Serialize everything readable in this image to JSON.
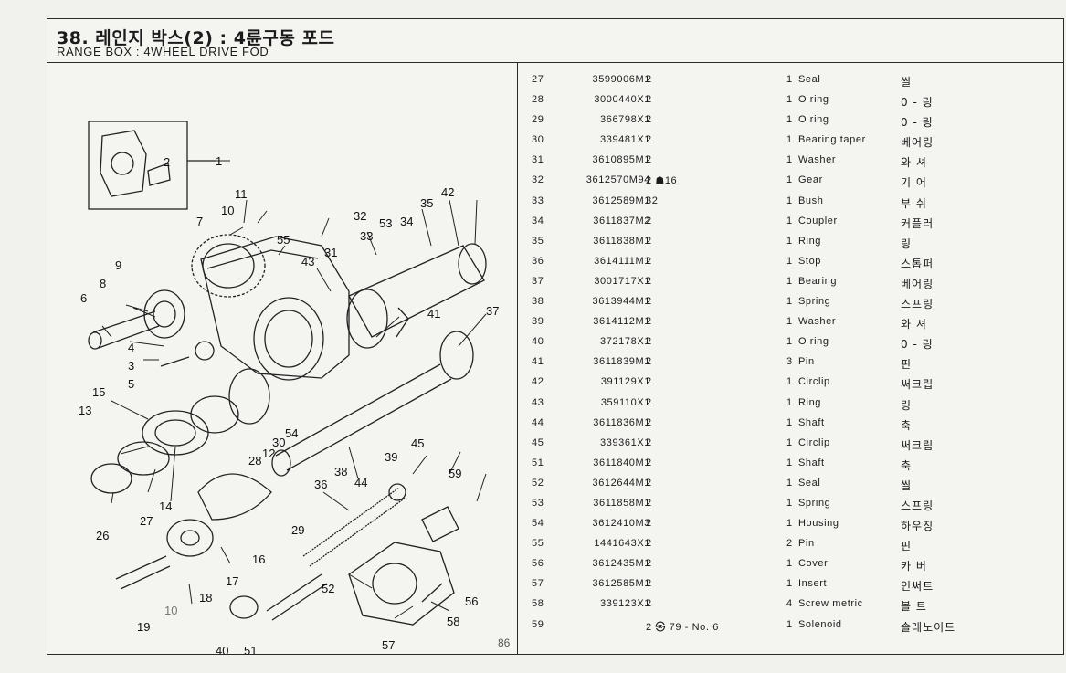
{
  "header": {
    "title_ko": "38. 레인지 박스(2) : 4륜구동 포드",
    "title_en": "RANGE BOX : 4WHEEL DRIVE FOD"
  },
  "diagram": {
    "callouts": [
      "1",
      "2",
      "3",
      "4",
      "5",
      "6",
      "7",
      "8",
      "9",
      "10",
      "11",
      "12",
      "13",
      "14",
      "15",
      "16",
      "17",
      "18",
      "19",
      "26",
      "27",
      "28",
      "29",
      "30",
      "31",
      "32",
      "33",
      "34",
      "35",
      "36",
      "37",
      "38",
      "39",
      "40",
      "41",
      "42",
      "43",
      "44",
      "45",
      "51",
      "52",
      "53",
      "54",
      "55",
      "56",
      "57",
      "58",
      "59",
      "10"
    ]
  },
  "page_number": "86",
  "parts": [
    {
      "ref": "27",
      "part_no": "3599006M1",
      "qty": "2",
      "qty_note": "1",
      "desc": "Seal",
      "ko": "씰"
    },
    {
      "ref": "28",
      "part_no": "3000440X1",
      "qty": "2",
      "qty_note": "1",
      "desc": "O ring",
      "ko": "0 - 링"
    },
    {
      "ref": "29",
      "part_no": "366798X1",
      "qty": "2",
      "qty_note": "1",
      "desc": "O ring",
      "ko": "0 - 링"
    },
    {
      "ref": "30",
      "part_no": "339481X1",
      "qty": "2",
      "qty_note": "1",
      "desc": "Bearing taper",
      "ko": "베어링"
    },
    {
      "ref": "31",
      "part_no": "3610895M1",
      "qty": "2",
      "qty_note": "1",
      "desc": "Washer",
      "ko": "와  셔"
    },
    {
      "ref": "32",
      "part_no": "3612570M94",
      "qty": "2 ☗16",
      "qty_note": "1",
      "desc": "Gear",
      "ko": "기  어"
    },
    {
      "ref": "33",
      "part_no": "3612589M1",
      "qty": "32",
      "qty_note": "1",
      "desc": "Bush",
      "ko": "부  쉬"
    },
    {
      "ref": "34",
      "part_no": "3611837M2",
      "qty": "2",
      "qty_note": "1",
      "desc": "Coupler",
      "ko": "커플러"
    },
    {
      "ref": "35",
      "part_no": "3611838M1",
      "qty": "2",
      "qty_note": "1",
      "desc": "Ring",
      "ko": "링"
    },
    {
      "ref": "36",
      "part_no": "3614111M1",
      "qty": "2",
      "qty_note": "1",
      "desc": "Stop",
      "ko": "스톱퍼"
    },
    {
      "ref": "37",
      "part_no": "3001717X1",
      "qty": "2",
      "qty_note": "1",
      "desc": "Bearing",
      "ko": "베어링"
    },
    {
      "ref": "38",
      "part_no": "3613944M1",
      "qty": "2",
      "qty_note": "1",
      "desc": "Spring",
      "ko": "스프링"
    },
    {
      "ref": "39",
      "part_no": "3614112M1",
      "qty": "2",
      "qty_note": "1",
      "desc": "Washer",
      "ko": "와  셔"
    },
    {
      "ref": "40",
      "part_no": "372178X1",
      "qty": "2",
      "qty_note": "1",
      "desc": "O ring",
      "ko": "0 - 링"
    },
    {
      "ref": "41",
      "part_no": "3611839M1",
      "qty": "2",
      "qty_note": "3",
      "desc": "Pin",
      "ko": "핀"
    },
    {
      "ref": "42",
      "part_no": "391129X1",
      "qty": "2",
      "qty_note": "1",
      "desc": "Circlip",
      "ko": "써크립"
    },
    {
      "ref": "43",
      "part_no": "359110X1",
      "qty": "2",
      "qty_note": "1",
      "desc": "Ring",
      "ko": "링"
    },
    {
      "ref": "44",
      "part_no": "3611836M1",
      "qty": "2",
      "qty_note": "1",
      "desc": "Shaft",
      "ko": "축"
    },
    {
      "ref": "45",
      "part_no": "339361X1",
      "qty": "2",
      "qty_note": "1",
      "desc": "Circlip",
      "ko": "써크립"
    },
    {
      "ref": "51",
      "part_no": "3611840M1",
      "qty": "2",
      "qty_note": "1",
      "desc": "Shaft",
      "ko": "축"
    },
    {
      "ref": "52",
      "part_no": "3612644M1",
      "qty": "2",
      "qty_note": "1",
      "desc": "Seal",
      "ko": "씰"
    },
    {
      "ref": "53",
      "part_no": "3611858M1",
      "qty": "2",
      "qty_note": "1",
      "desc": "Spring",
      "ko": "스프링"
    },
    {
      "ref": "54",
      "part_no": "3612410M3",
      "qty": "2",
      "qty_note": "1",
      "desc": "Housing",
      "ko": "하우징"
    },
    {
      "ref": "55",
      "part_no": "1441643X1",
      "qty": "2",
      "qty_note": "2",
      "desc": "Pin",
      "ko": "핀"
    },
    {
      "ref": "56",
      "part_no": "3612435M1",
      "qty": "2",
      "qty_note": "1",
      "desc": "Cover",
      "ko": "카  버"
    },
    {
      "ref": "57",
      "part_no": "3612585M1",
      "qty": "2",
      "qty_note": "1",
      "desc": "Insert",
      "ko": "인써트"
    },
    {
      "ref": "58",
      "part_no": "339123X1",
      "qty": "2",
      "qty_note": "4",
      "desc": "Screw metric",
      "ko": "볼  트"
    },
    {
      "ref": "59",
      "part_no": "",
      "qty": "2 ㉿  79 - No. 6",
      "qty_note": "1",
      "desc": "Solenoid",
      "ko": "솔레노이드"
    }
  ]
}
